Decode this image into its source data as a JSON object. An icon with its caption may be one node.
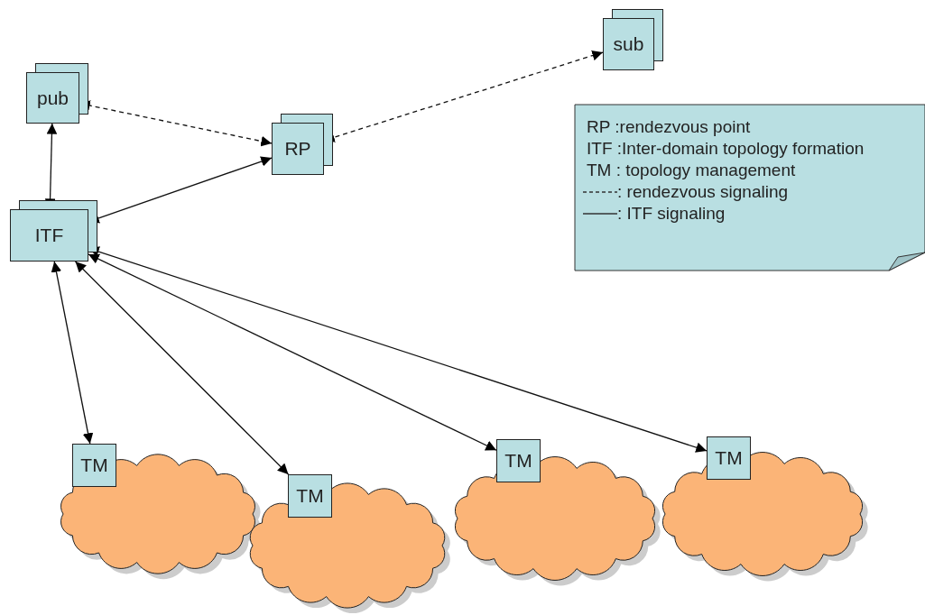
{
  "diagram": {
    "nodes": [
      {
        "text": [
          "pub"
        ]
      },
      {
        "text": [
          "RP"
        ]
      },
      {
        "text": [
          "sub"
        ]
      },
      {
        "text": [
          "ITF"
        ]
      },
      {
        "text": [
          "TM"
        ]
      },
      {
        "text": [
          "TM"
        ]
      },
      {
        "text": [
          "TM"
        ]
      },
      {
        "text": [
          "TM"
        ]
      }
    ],
    "edges": [
      {
        "from": 0,
        "to": 3,
        "arrow": "both"
      },
      {
        "from": 0,
        "to": 1,
        "arrow": "both",
        "style": "dashed"
      },
      {
        "from": 2,
        "to": 1,
        "arrow": "both",
        "style": "dashed"
      },
      {
        "from": 3,
        "to": 1,
        "arrow": "both"
      },
      {
        "from": 3,
        "to": 4,
        "arrow": "both"
      },
      {
        "from": 3,
        "to": 5,
        "arrow": "both"
      },
      {
        "from": 3,
        "to": 6,
        "arrow": "both"
      },
      {
        "from": 3,
        "to": 7,
        "arrow": "both"
      }
    ],
    "labels": [
      "RP :rendezvous point",
      "ITF :Inter-domain topology formation",
      "TM : topology management"
    ],
    "legend": [
      {
        "text": ": rendezvous signaling"
      },
      {
        "text": ": ITF signaling"
      }
    ]
  }
}
